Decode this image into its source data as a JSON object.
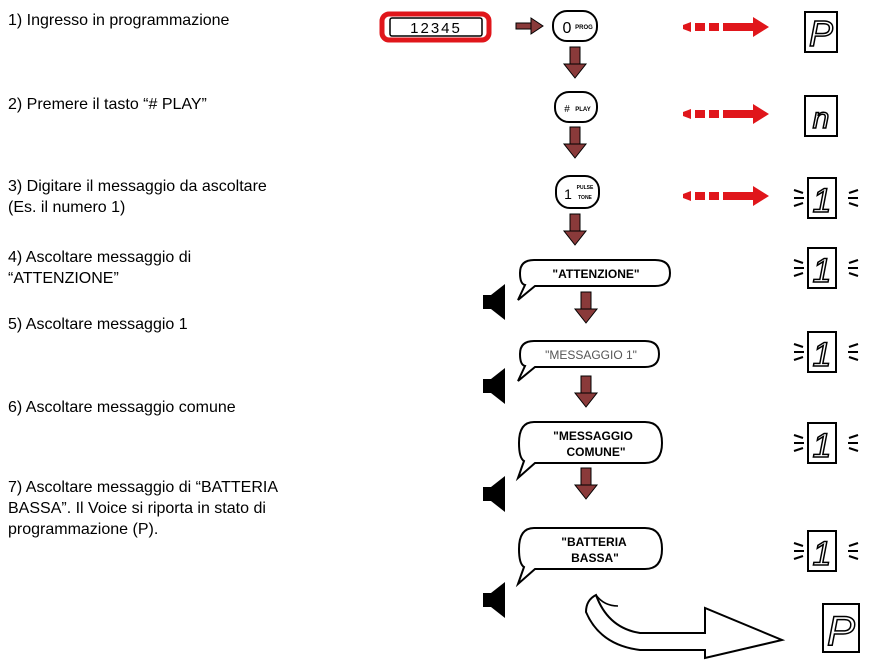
{
  "steps": [
    {
      "text": "1) Ingresso in programmazione"
    },
    {
      "text": "2) Premere il tasto “# PLAY”"
    },
    {
      "text": "3) Digitare il messaggio da ascoltare (Es. il numero 1)"
    },
    {
      "text": "4) Ascoltare messaggio di “ATTENZIONE”"
    },
    {
      "text": "5) Ascoltare messaggio 1"
    },
    {
      "text": "6) Ascoltare messaggio comune"
    },
    {
      "text": "7) Ascoltare messaggio di “BATTERIA BASSA”. Il Voice si riporta in stato di programmazione (P)."
    }
  ],
  "keypad_code": "12345",
  "keys": {
    "prog_digit": "0",
    "prog_text": "PROG",
    "play_symbol": "#",
    "play_text": "PLAY",
    "pulse_digit": "1",
    "pulse_text_1": "PULSE",
    "pulse_text_2": "TONE"
  },
  "bubbles": {
    "attenzione": "\"ATTENZIONE\"",
    "messaggio_1": "\"MESSAGGIO 1\"",
    "comune_1": "\"MESSAGGIO",
    "comune_2": "COMUNE\"",
    "batteria_1": "\"BATTERIA",
    "batteria_2": "BASSA\""
  },
  "displays": {
    "prog": "P",
    "play": "n",
    "digit": "1"
  },
  "colors": {
    "accent_red": "#e0161b",
    "arrow_brown": "#8a3a3a",
    "line": "#000000"
  }
}
